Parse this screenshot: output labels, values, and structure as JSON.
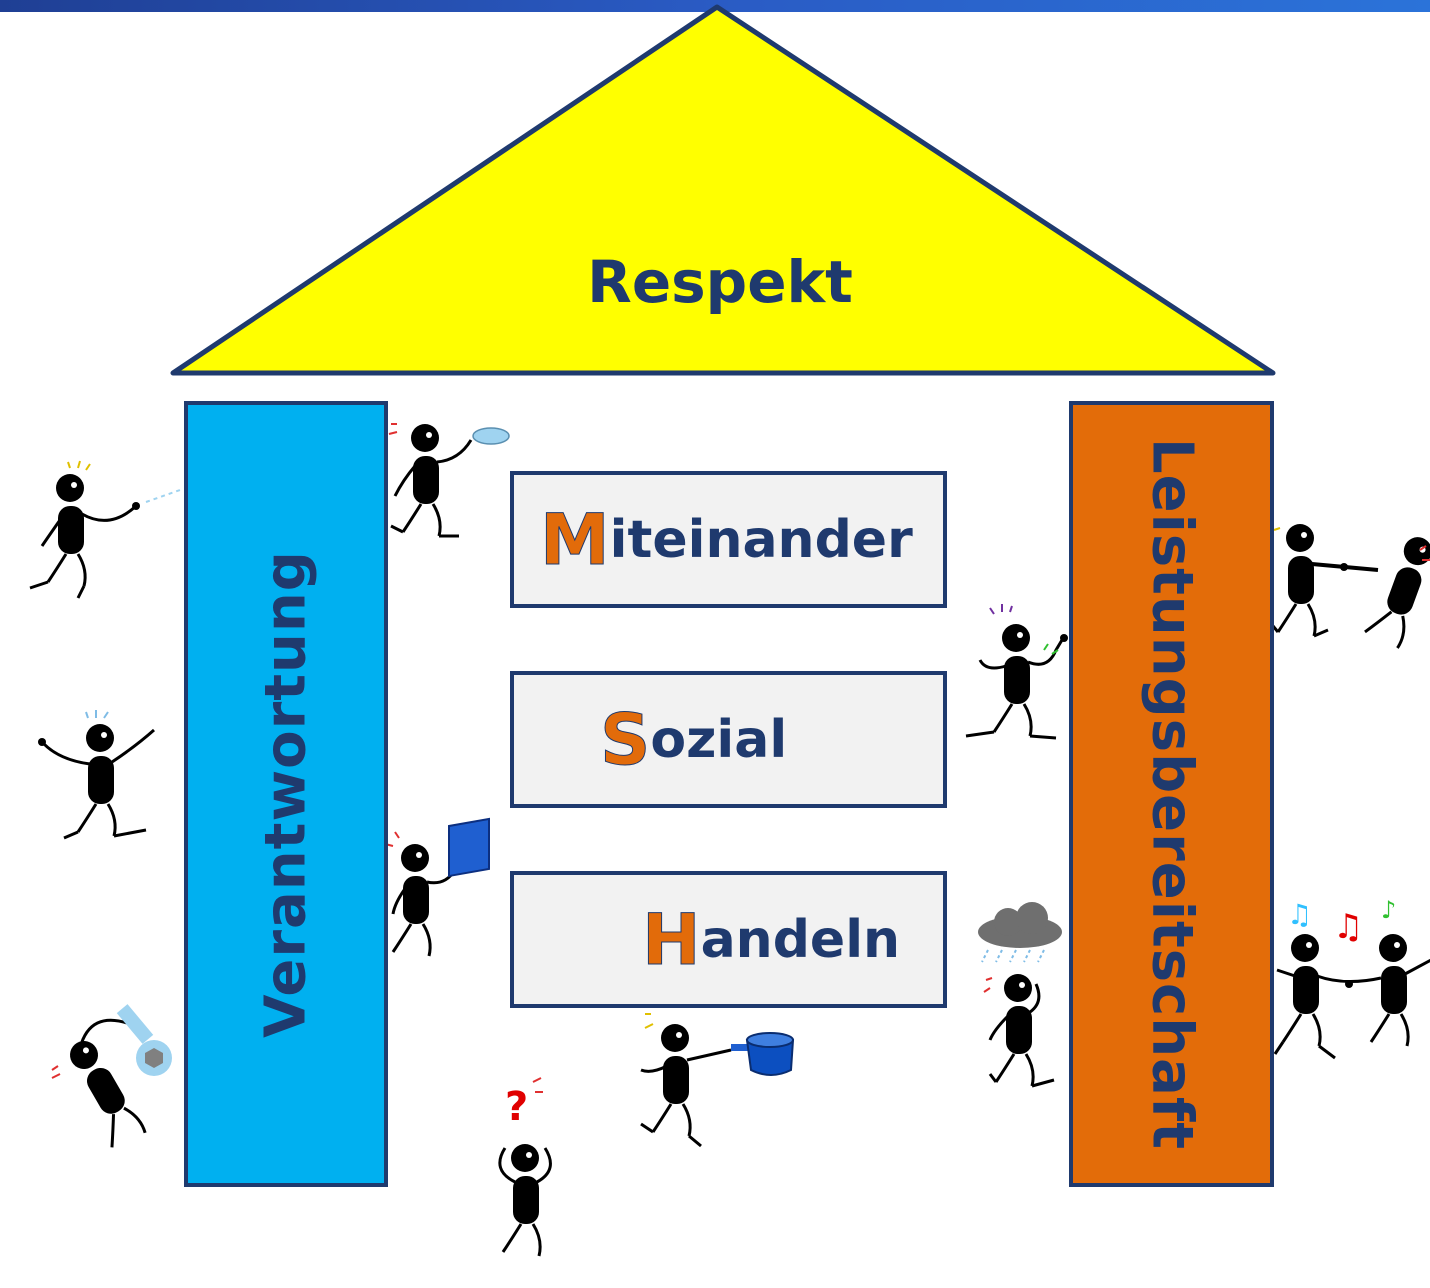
{
  "colors": {
    "roof_fill": "#ffff00",
    "outline": "#1f3a6e",
    "left_pillar": "#00b0f0",
    "right_pillar": "#e36c09",
    "accent_letter": "#e26b0a",
    "box_fill": "#f2f2f2"
  },
  "roof": {
    "label": "Respekt"
  },
  "pillars": {
    "left": {
      "label": "Verantwortung"
    },
    "right": {
      "label": "Leistungsbereitschaft"
    }
  },
  "values": [
    {
      "initial": "M",
      "rest": "iteinander"
    },
    {
      "initial": "S",
      "rest": "ozial"
    },
    {
      "initial": "H",
      "rest": "andeln"
    }
  ],
  "figures": [
    {
      "icon": "figure-throwing-icon"
    },
    {
      "icon": "figure-pointing-icon"
    },
    {
      "icon": "figure-wrench-icon"
    },
    {
      "icon": "figure-cup-icon"
    },
    {
      "icon": "figure-book-icon"
    },
    {
      "icon": "figure-question-icon"
    },
    {
      "icon": "figure-pan-icon"
    },
    {
      "icon": "figure-flexing-icon"
    },
    {
      "icon": "figure-rain-cloud-icon"
    },
    {
      "icon": "figures-tug-of-war-icon"
    },
    {
      "icon": "figures-dancing-music-icon"
    }
  ]
}
